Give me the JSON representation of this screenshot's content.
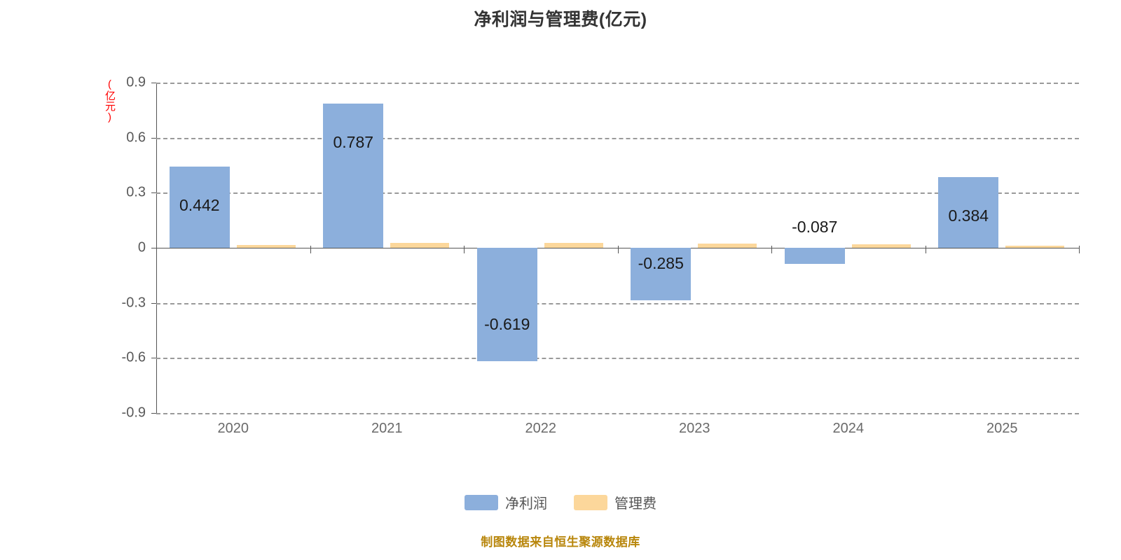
{
  "chart_data": {
    "type": "bar",
    "title": "净利润与管理费(亿元)",
    "xlabel": "",
    "ylabel": "(亿元)",
    "ylim": [
      -0.9,
      0.9
    ],
    "yticks": [
      "0.9",
      "0.6",
      "0.3",
      "0",
      "-0.3",
      "-0.6",
      "-0.9"
    ],
    "ytick_values": [
      0.9,
      0.6,
      0.3,
      0,
      -0.3,
      -0.6,
      -0.9
    ],
    "grid": true,
    "legend_position": "bottom",
    "categories": [
      "2020",
      "2021",
      "2022",
      "2023",
      "2024",
      "2025"
    ],
    "series": [
      {
        "name": "净利润",
        "color": "#8CAFDC",
        "values": [
          0.442,
          0.787,
          -0.619,
          -0.285,
          -0.087,
          0.384
        ],
        "labels": [
          "0.442",
          "0.787",
          "-0.619",
          "-0.285",
          "-0.087",
          "0.384"
        ]
      },
      {
        "name": "管理费",
        "color": "#FCD79B",
        "values": [
          0.016,
          0.027,
          0.027,
          0.024,
          0.018,
          0.012
        ],
        "labels": [
          "",
          "",
          "",
          "",
          "",
          ""
        ]
      }
    ],
    "footer": "制图数据来自恒生聚源数据库"
  },
  "legend": {
    "items": [
      {
        "label": "净利润",
        "color": "#8CAFDC"
      },
      {
        "label": "管理费",
        "color": "#FCD79B"
      }
    ]
  },
  "axis": {
    "y_title": "(亿元)",
    "y_title_color": "#ff0000"
  }
}
